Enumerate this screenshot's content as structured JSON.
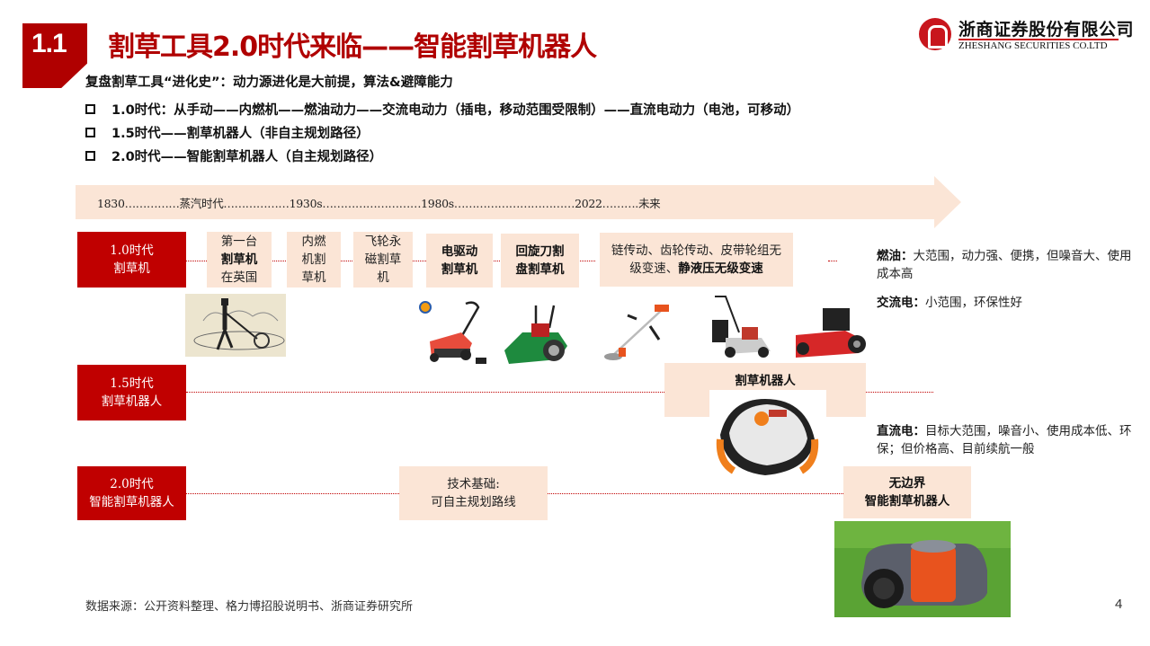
{
  "header": {
    "section_number": "1.1",
    "title": "割草工具2.0时代来临——智能割草机器人",
    "logo_cn": "浙商证券股份有限公司",
    "logo_en": "ZHESHANG SECURITIES CO.LTD"
  },
  "subtitle": "复盘割草工具“进化史”：动力源进化是大前提，算法&避障能力",
  "bullets": [
    "1.0时代：从手动——内燃机——燃油动力——交流电动力（插电，移动范围受限制）——直流电动力（电池，可移动）",
    "1.5时代——割草机器人（非自主规划路径）",
    "2.0时代——智能割草机器人（自主规划路径）"
  ],
  "timeline": {
    "text": "1830……………蒸汽时代………………1930s………………………1980s……………………………2022……….未来"
  },
  "eras": [
    {
      "line1": "1.0时代",
      "line2": "割草机"
    },
    {
      "line1": "1.5时代",
      "line2": "割草机器人"
    },
    {
      "line1": "2.0时代",
      "line2": "智能割草机器人"
    }
  ],
  "era1_boxes": [
    {
      "l1": "第一台",
      "l2": "割草机",
      "l3": "在英国"
    },
    {
      "l1": "内燃",
      "l2": "机割",
      "l3": "草机"
    },
    {
      "l1": "飞轮永",
      "l2": "磁割草",
      "l3": "机"
    },
    {
      "l1": "电驱动",
      "l2": "割草机"
    },
    {
      "l1": "回旋刀割",
      "l2": "盘割草机"
    },
    {
      "l1": "链传动、齿轮传动、皮带轮组无",
      "l2a": "级变速、",
      "l2b": "静液压无级变速"
    }
  ],
  "era15_box": {
    "label": "割草机器人"
  },
  "era2_boxes": [
    {
      "l1": "技术基础:",
      "l2": "可自主规划路线"
    },
    {
      "l1": "无边界",
      "l2": "智能割草机器人"
    }
  ],
  "notes": {
    "fuel": {
      "label": "燃油：",
      "text": "大范围，动力强、便携，但噪音大、使用成本高"
    },
    "ac": {
      "label": "交流电：",
      "text": "小范围，环保性好"
    },
    "dc": {
      "label": "直流电：",
      "text": "目标大范围，噪音小、使用成本低、环保；但价格高、目前续航一般"
    }
  },
  "footer": {
    "source": "数据来源：公开资料整理、格力博招股说明书、浙商证券研究所",
    "page_number": "4"
  },
  "colors": {
    "brand_red": "#c00000",
    "title_red": "#b00000",
    "box_peach": "#fbe5d6"
  }
}
